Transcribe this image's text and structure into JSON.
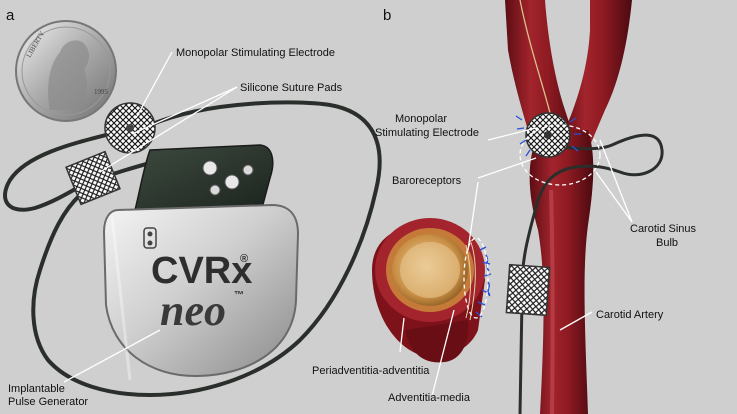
{
  "panels": {
    "a": {
      "letter": "a",
      "labels": {
        "monopolar_electrode": "Monopolar Stimulating Electrode",
        "suture_pads": "Silicone Suture Pads",
        "pulse_generator_line1": "Implantable",
        "pulse_generator_line2": "Pulse Generator"
      },
      "device": {
        "brand": "CVRx",
        "brand_mark": "®",
        "model": "neo",
        "model_mark": "™"
      },
      "coin": {
        "inscription_top": "LIBERTY",
        "year": "1995"
      }
    },
    "b": {
      "letter": "b",
      "labels": {
        "monopolar_electrode_line1": "Monopolar",
        "monopolar_electrode_line2": "Stimulating Electrode",
        "baroreceptors": "Baroreceptors",
        "carotid_sinus_bulb_line1": "Carotid Sinus",
        "carotid_sinus_bulb_line2": "Bulb",
        "carotid_artery": "Carotid Artery",
        "periadventitia": "Periadventitia-adventitia",
        "adventitia_media": "Adventitia-media"
      }
    }
  },
  "colors": {
    "background": "#cfcfcf",
    "artery": "#8e1a22",
    "artery_highlight": "#b33a40",
    "lumen": "#d7a35a",
    "lead": "#2b2f2b",
    "device_shell": "#d9d9d9",
    "nerve_blue": "#2b4fd8"
  }
}
